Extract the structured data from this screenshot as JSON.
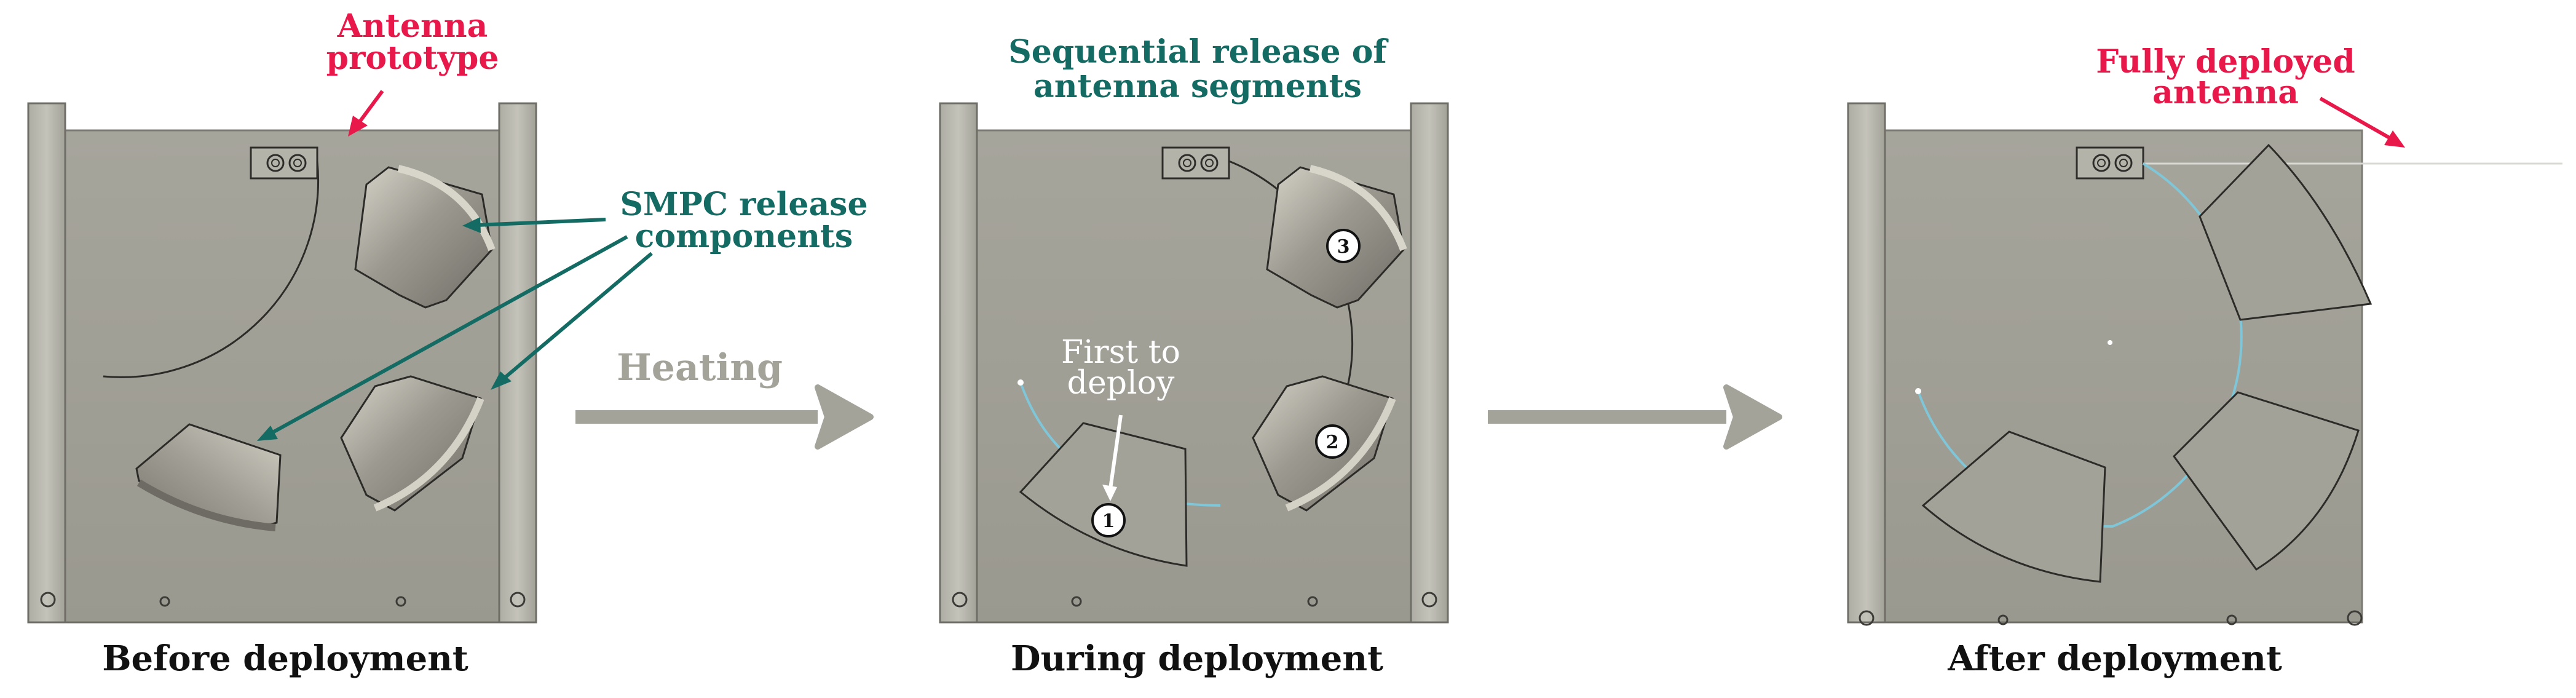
{
  "panels": [
    {
      "caption": "Before deployment"
    },
    {
      "caption": "During deployment"
    },
    {
      "caption": "After deployment"
    }
  ],
  "annotations": {
    "antenna_prototype": [
      "Antenna",
      "prototype"
    ],
    "smpc_release": [
      "SMPC release",
      "components"
    ],
    "sequential_release": [
      "Sequential release of",
      "antenna segments"
    ],
    "first_to_deploy": [
      "First to",
      "deploy"
    ],
    "fully_deployed": [
      "Fully deployed",
      "antenna"
    ],
    "heating": "Heating"
  },
  "badges": [
    "1",
    "2",
    "3"
  ],
  "colors": {
    "plate": "#a09f96",
    "frame": "#b8b7ae",
    "annotation_red": "#e8194a",
    "annotation_teal": "#146b63",
    "process_arrow": "#a4a39a",
    "antenna_deployed": "#7fc6d8"
  }
}
